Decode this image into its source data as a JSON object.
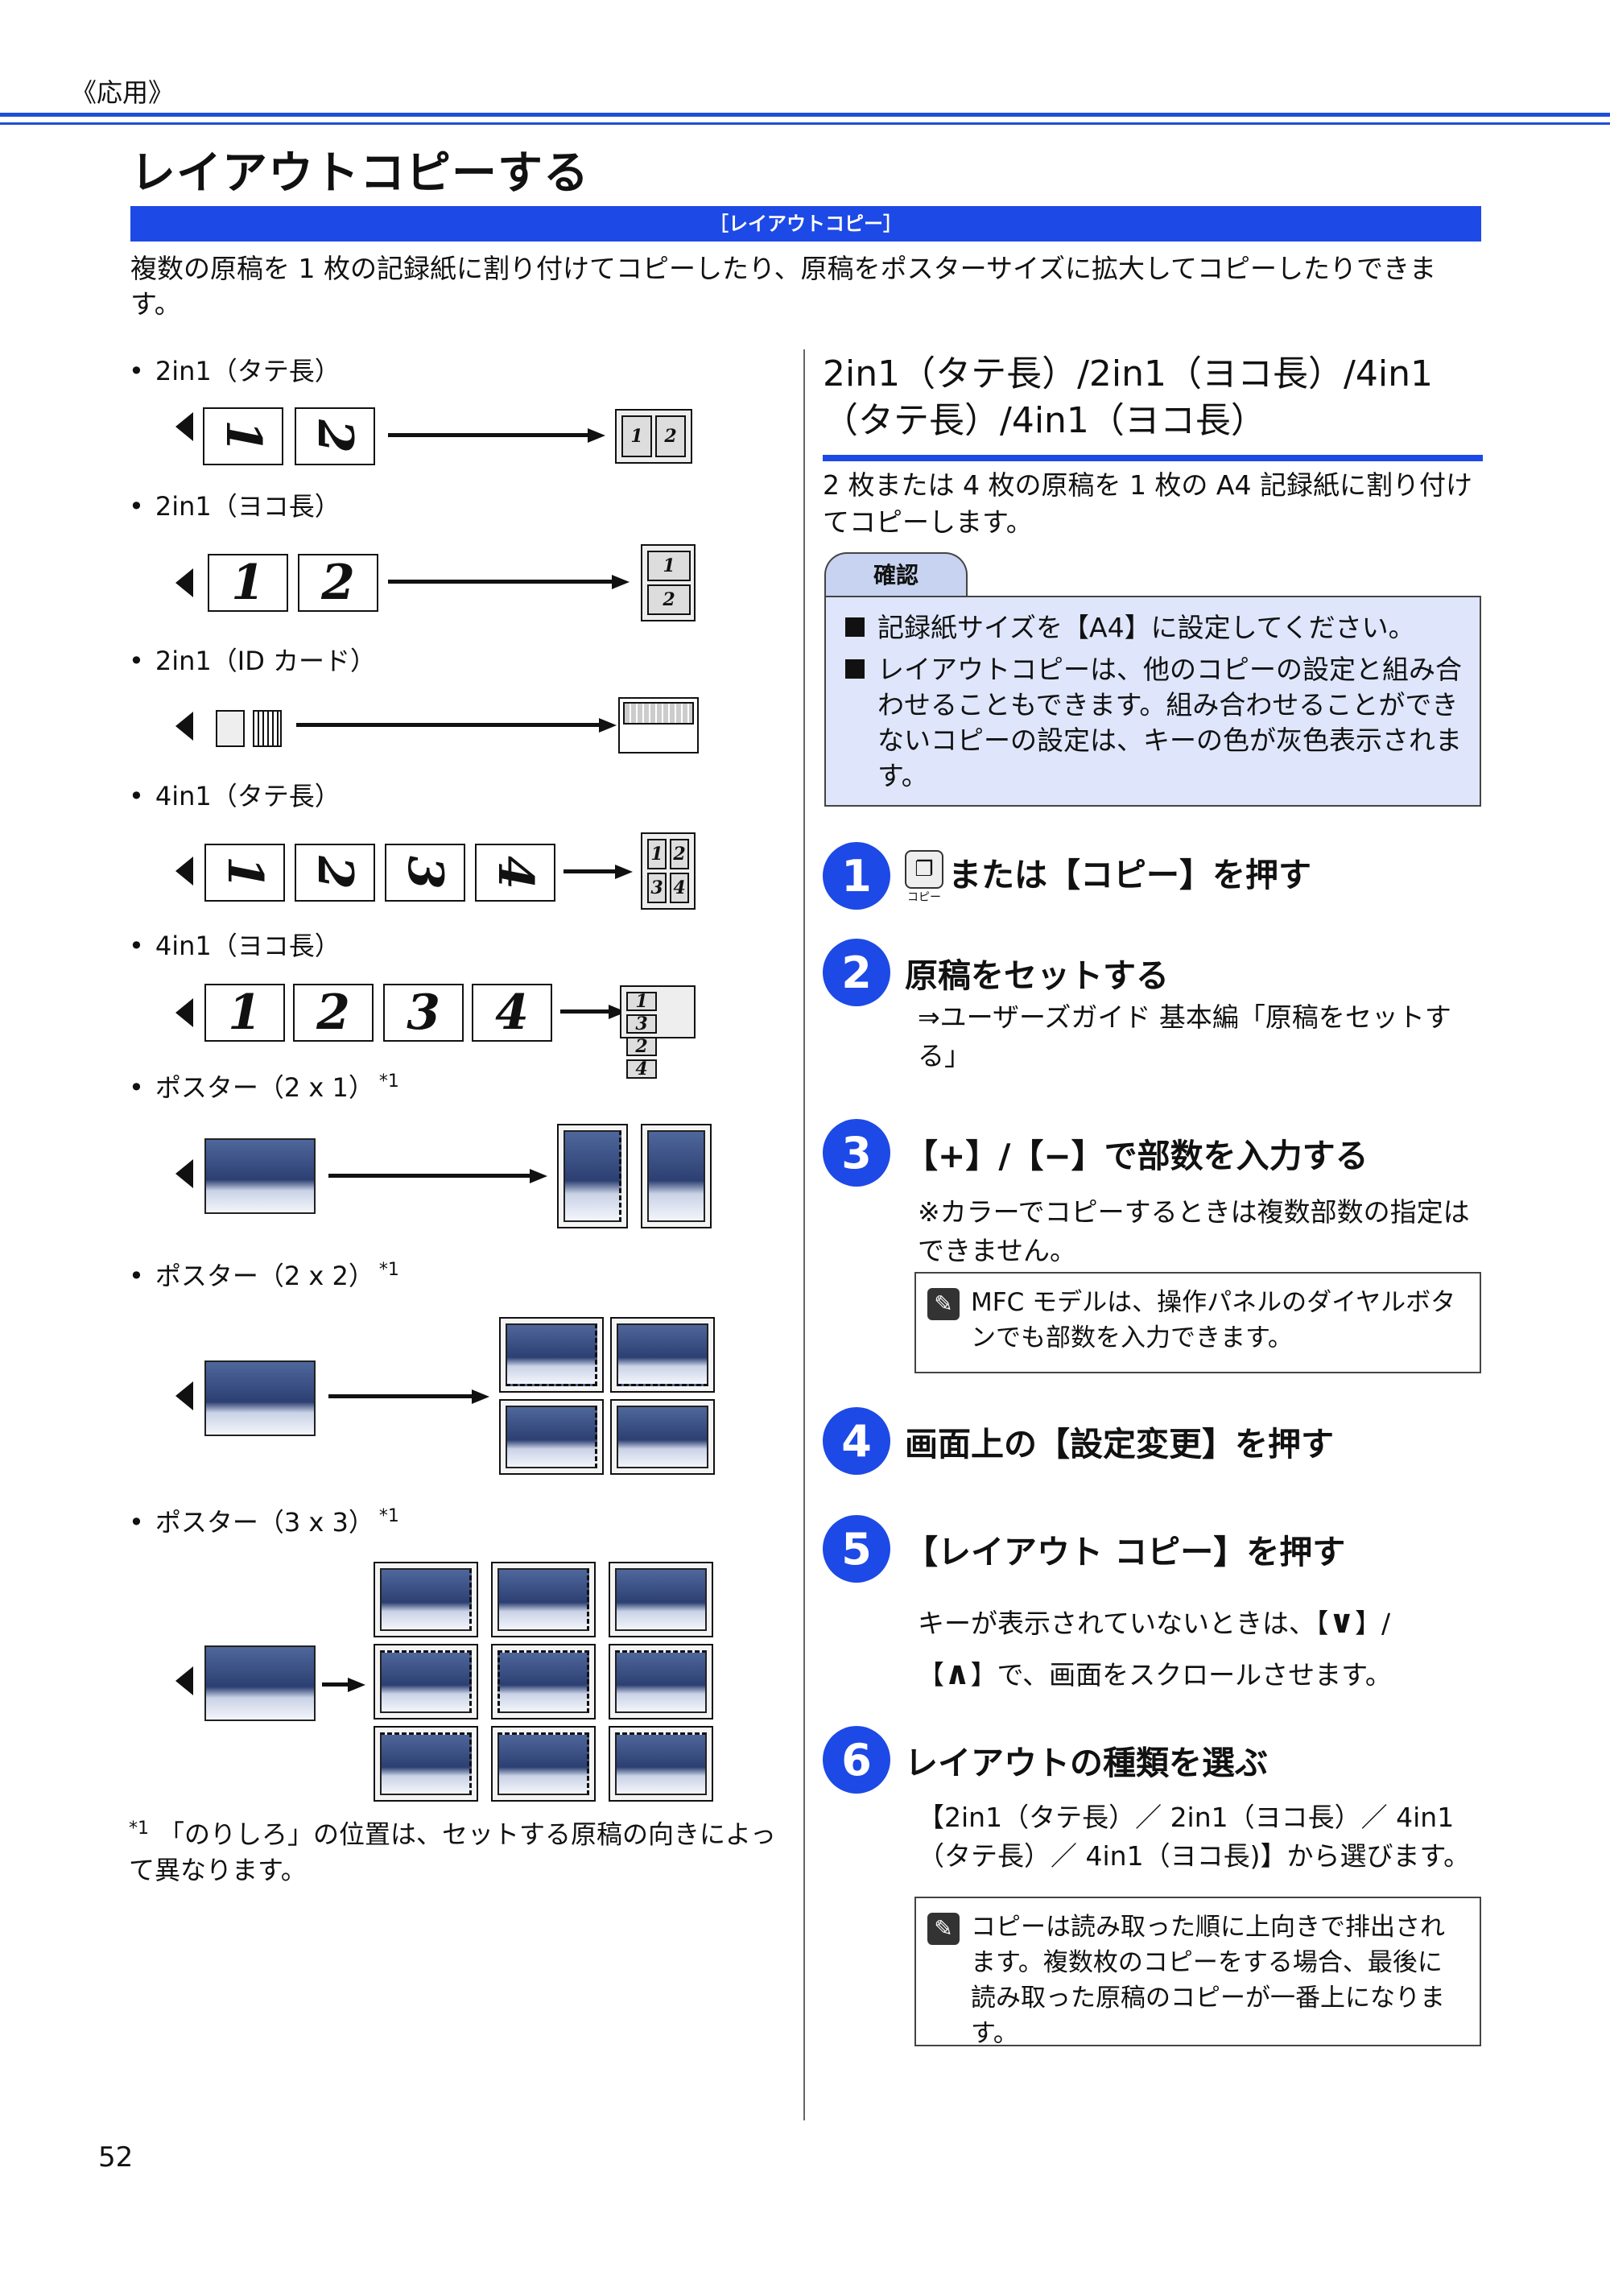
{
  "breadcrumb": "《応用》",
  "page_title": "レイアウトコピーする",
  "section_bar": "［レイアウトコピー］",
  "intro": "複数の原稿を 1 枚の記録紙に割り付けてコピーしたり、原稿をポスターサイズに拡大してコピーしたりできます。",
  "left": {
    "items": [
      {
        "label": "2in1（タテ長）"
      },
      {
        "label": "2in1（ヨコ長）"
      },
      {
        "label": "2in1（ID カード）"
      },
      {
        "label": "4in1（タテ長）"
      },
      {
        "label": "4in1（ヨコ長）"
      },
      {
        "label": "ポスター（2 x 1）",
        "note": "*1"
      },
      {
        "label": "ポスター（2 x 2）",
        "note": "*1"
      },
      {
        "label": "ポスター（3 x 3）",
        "note": "*1"
      }
    ],
    "digits": [
      "1",
      "2",
      "3",
      "4"
    ],
    "footnote_mark": "*1",
    "footnote": "「のりしろ」の位置は、セットする原稿の向きによって異なります。"
  },
  "right": {
    "heading": "2in1（タテ長）/2in1（ヨコ長）/4in1（タテ長）/4in1（ヨコ長）",
    "desc": "2 枚または 4 枚の原稿を 1 枚の A4 記録紙に割り付けてコピーします。",
    "confirm_tab": "確認",
    "confirm_items": [
      "記録紙サイズを【A4】に設定してください。",
      "レイアウトコピーは、他のコピーの設定と組み合わせることもできます。組み合わせることができないコピーの設定は、キーの色が灰色表示されます。"
    ],
    "copy_key_label": "コピー",
    "steps": [
      {
        "num": "1",
        "title": "または【コピー】を押す"
      },
      {
        "num": "2",
        "title": "原稿をセットする",
        "body": "⇒ユーザーズガイド 基本編「原稿をセットする」"
      },
      {
        "num": "3",
        "title": "【+】/【−】で部数を入力する",
        "body": "※カラーでコピーするときは複数部数の指定はできません。",
        "memo": "MFC モデルは、操作パネルのダイヤルボタンでも部数を入力できます。"
      },
      {
        "num": "4",
        "title": "画面上の【設定変更】を押す"
      },
      {
        "num": "5",
        "title": "【レイアウト コピー】を押す",
        "body_a": "キーが表示されていないときは、【",
        "body_b": "】/",
        "body_c": "【",
        "body_d": "】で、画面をスクロールさせます。"
      },
      {
        "num": "6",
        "title": "レイアウトの種類を選ぶ",
        "body": "【2in1（タテ長）／ 2in1（ヨコ長）／ 4in1（タテ長）／ 4in1（ヨコ長)】から選びます。",
        "memo": "コピーは読み取った順に上向きで排出されます。複数枚のコピーをする場合、最後に読み取った原稿のコピーが一番上になります。"
      }
    ]
  },
  "page_number": "52"
}
